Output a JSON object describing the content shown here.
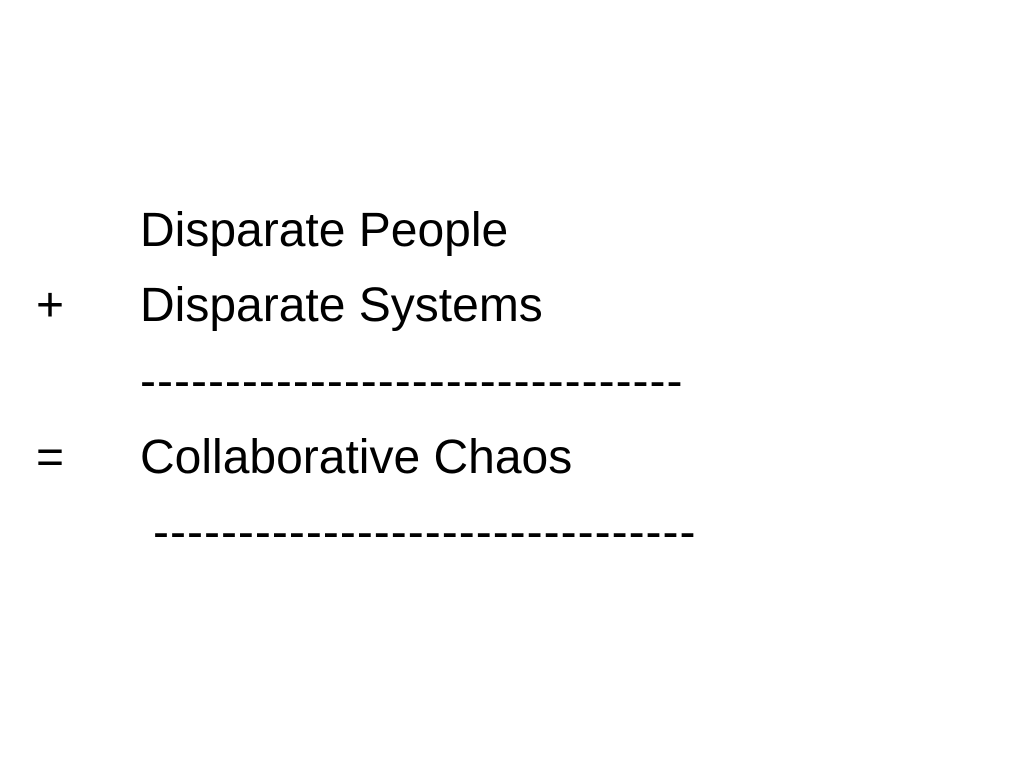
{
  "slide": {
    "lines": [
      {
        "operator": "",
        "text": "Disparate People"
      },
      {
        "operator": "+",
        "text": "Disparate Systems"
      },
      {
        "operator": "",
        "text": "--------------------------------"
      },
      {
        "operator": "=",
        "text": "Collaborative Chaos"
      },
      {
        "operator": "",
        "text": "--------------------------------"
      }
    ]
  }
}
